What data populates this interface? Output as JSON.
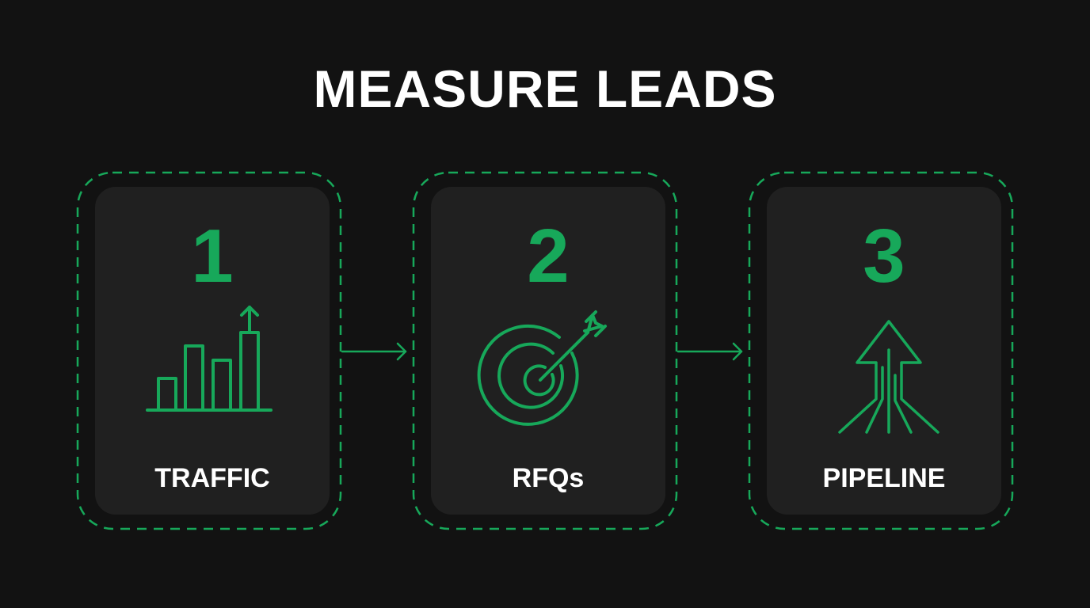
{
  "title": "MEASURE LEADS",
  "colors": {
    "background": "#121212",
    "card": "#202020",
    "accent": "#17a85a",
    "text": "#ffffff"
  },
  "steps": [
    {
      "number": "1",
      "label": "TRAFFIC",
      "icon": "bar-chart-growth-icon"
    },
    {
      "number": "2",
      "label": "RFQs",
      "icon": "target-arrow-icon"
    },
    {
      "number": "3",
      "label": "PIPELINE",
      "icon": "converging-arrow-icon"
    }
  ],
  "connectors": [
    "arrow-right-icon",
    "arrow-right-icon"
  ]
}
